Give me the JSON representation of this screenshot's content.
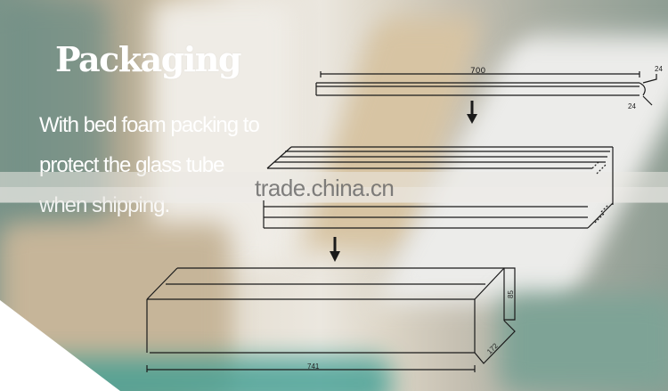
{
  "heading": "Packaging",
  "description": {
    "lines": [
      "With bed foam packing to",
      "protect the glass tube",
      "when shipping."
    ]
  },
  "watermark": "trade.china.cn",
  "diagram": {
    "steps": [
      {
        "label": "glass-tube",
        "dimension_length": "700",
        "dimension_end": "24"
      },
      {
        "label": "tubes-bundled-in-foam"
      },
      {
        "label": "carton-box",
        "dimension_length": "741",
        "dimension_height": "85",
        "dimension_depth": "172"
      }
    ]
  },
  "colors": {
    "text": "#ffffff",
    "watermark": "#5a5a5a",
    "line": "#1a1a1a"
  }
}
